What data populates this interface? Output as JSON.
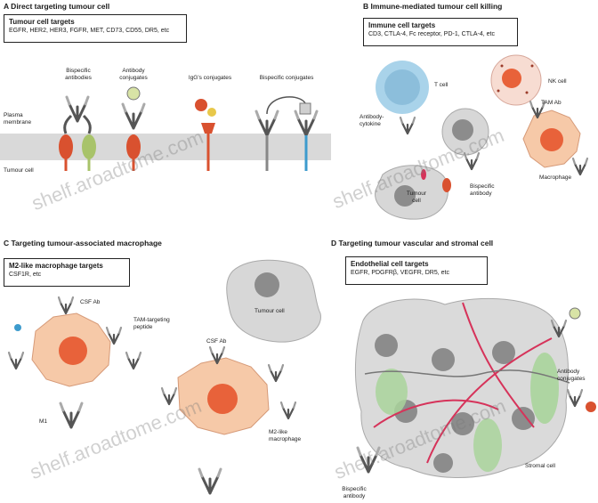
{
  "colors": {
    "membrane": "#d9d9d9",
    "tumour_cell": "#d7d7d7",
    "nucleus": "#8c8c8c",
    "macrophage": "#f6c9a8",
    "macrophage_nucleus": "#e8623a",
    "t_cell": "#a9d3ea",
    "nk_cell": "#f7dcd2",
    "stromal": "#a9d49b",
    "vessel": "#d6335a",
    "receptor_red": "#d9512f",
    "receptor_green": "#a8c36a",
    "receptor_blue": "#3d9bcd",
    "antibody": "#555555",
    "watermark": "#8a8a8a"
  },
  "panel_a": {
    "title": "A  Direct targeting tumour cell",
    "box_heading": "Tumour cell targets",
    "box_text": "EGFR, HER2, HER3, FGFR, MET, CD73, CD55, DR5, etc",
    "labels": {
      "bispecific": "Bispecific\nantibodies",
      "antibody_conj": "Antibody\nconjugates",
      "nanobody": "IgG's conjugates",
      "bispecific_conj": "Bispecific conjugates",
      "plasma_membrane": "Plasma\nmembrane",
      "tumour_cell": "Tumour cell"
    }
  },
  "panel_b": {
    "title": "B  Immune-mediated tumour cell killing",
    "box_heading": "Immune cell targets",
    "box_text": "CD3, CTLA-4, Fc receptor, PD-1, CTLA-4, etc",
    "labels": {
      "t_cell": "T cell",
      "nk_cell": "NK cell",
      "antibody_cytokine": "Antibody-\ncytokine",
      "tumour_cell": "Tumour\ncell",
      "bispecific": "Bispecific\nantibody",
      "macrophage": "Macrophage",
      "tam_ab": "TAM Ab"
    }
  },
  "panel_c": {
    "title": "C  Targeting tumour-associated macrophage",
    "box_heading": "M2-like macrophage targets",
    "box_text": "CSF1R, etc",
    "labels": {
      "csf_ab": "CSF Ab",
      "tam_peptide": "TAM-targeting\npeptide",
      "csf_ab2": "CSF Ab",
      "tumour_cell": "Tumour cell",
      "m2_macrophage": "M2-like\nmacrophage",
      "m1": "M1"
    }
  },
  "panel_d": {
    "title": "D  Targeting tumour vascular and stromal cell",
    "box_heading": "Endothelial cell targets",
    "box_text": "EGFR, PDGFRβ, VEGFR, DR5, etc",
    "labels": {
      "antibody_conj": "Antibody\nconjugates",
      "stromal_cell": "Stromal cell",
      "bispecific": "Bispecific\nantibody"
    }
  },
  "watermark": "shelf.aroadtome.com"
}
